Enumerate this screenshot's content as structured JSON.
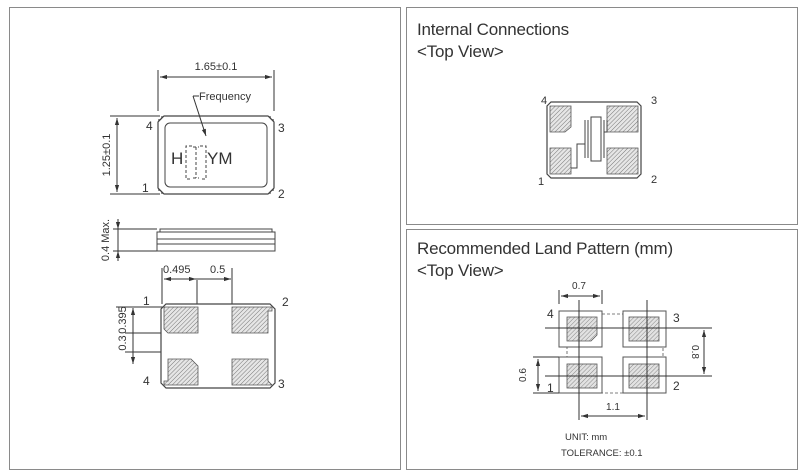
{
  "left_panel": {
    "top_view": {
      "width_dim": "1.65±0.1",
      "height_dim": "1.25±0.1",
      "marking_callout": "Frequency",
      "marking_prefix": "H",
      "marking_suffix": "YM",
      "pins": {
        "p1": "1",
        "p2": "2",
        "p3": "3",
        "p4": "4"
      }
    },
    "side_view": {
      "height_dim": "0.4 Max."
    },
    "bottom_view": {
      "dim_pad_width": "0.495",
      "dim_pad_gap": "0.5",
      "dim_pad_height": "0.395",
      "dim_pad_vgap": "0.3",
      "pins": {
        "p1": "1",
        "p2": "2",
        "p3": "3",
        "p4": "4"
      }
    }
  },
  "internal_connections": {
    "title": "Internal Connections",
    "subtitle": "<Top View>",
    "pins": {
      "p1": "1",
      "p2": "2",
      "p3": "3",
      "p4": "4"
    }
  },
  "land_pattern": {
    "title": "Recommended Land Pattern (mm)",
    "subtitle": "<Top View>",
    "dim_pad_width": "0.7",
    "dim_pitch_x": "1.1",
    "dim_pitch_y": "0.8",
    "dim_pad_height": "0.6",
    "unit": "UNIT: mm",
    "tolerance": "TOLERANCE: ±0.1",
    "pins": {
      "p1": "1",
      "p2": "2",
      "p3": "3",
      "p4": "4"
    }
  }
}
